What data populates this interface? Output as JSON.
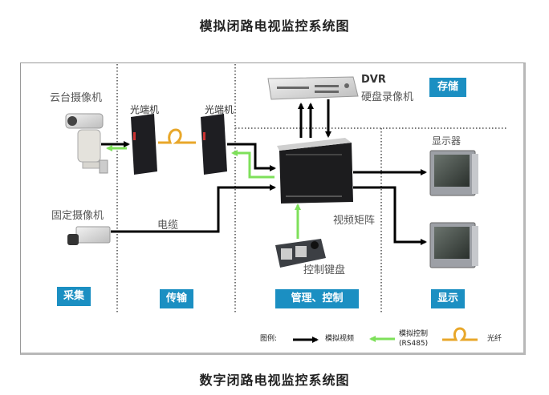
{
  "titles": {
    "top": "模拟闭路电视监控系统图",
    "bottom": "数字闭路电视监控系统图"
  },
  "devices": {
    "ptz_camera": "云台摄像机",
    "fixed_camera": "固定摄像机",
    "optical_transceiver_1": "光端机",
    "optical_transceiver_2": "光端机",
    "cable": "电缆",
    "dvr_title": "DVR",
    "dvr_subtitle": "硬盘录像机",
    "video_matrix": "视频矩阵",
    "control_keyboard": "控制键盘",
    "monitor": "显示器"
  },
  "sections": {
    "capture": "采集",
    "transmission": "传输",
    "management": "管理、控制",
    "display": "显示",
    "storage": "存储"
  },
  "legend": {
    "label": "图例:",
    "analog_video": "模拟视频",
    "analog_control_line1": "模拟控制",
    "analog_control_line2": "(RS485)",
    "fiber": "光纤"
  },
  "colors": {
    "badge": "#1b8fc2",
    "video_line": "#000000",
    "control_line": "#7ee05a",
    "fiber": "#e8a72a"
  }
}
